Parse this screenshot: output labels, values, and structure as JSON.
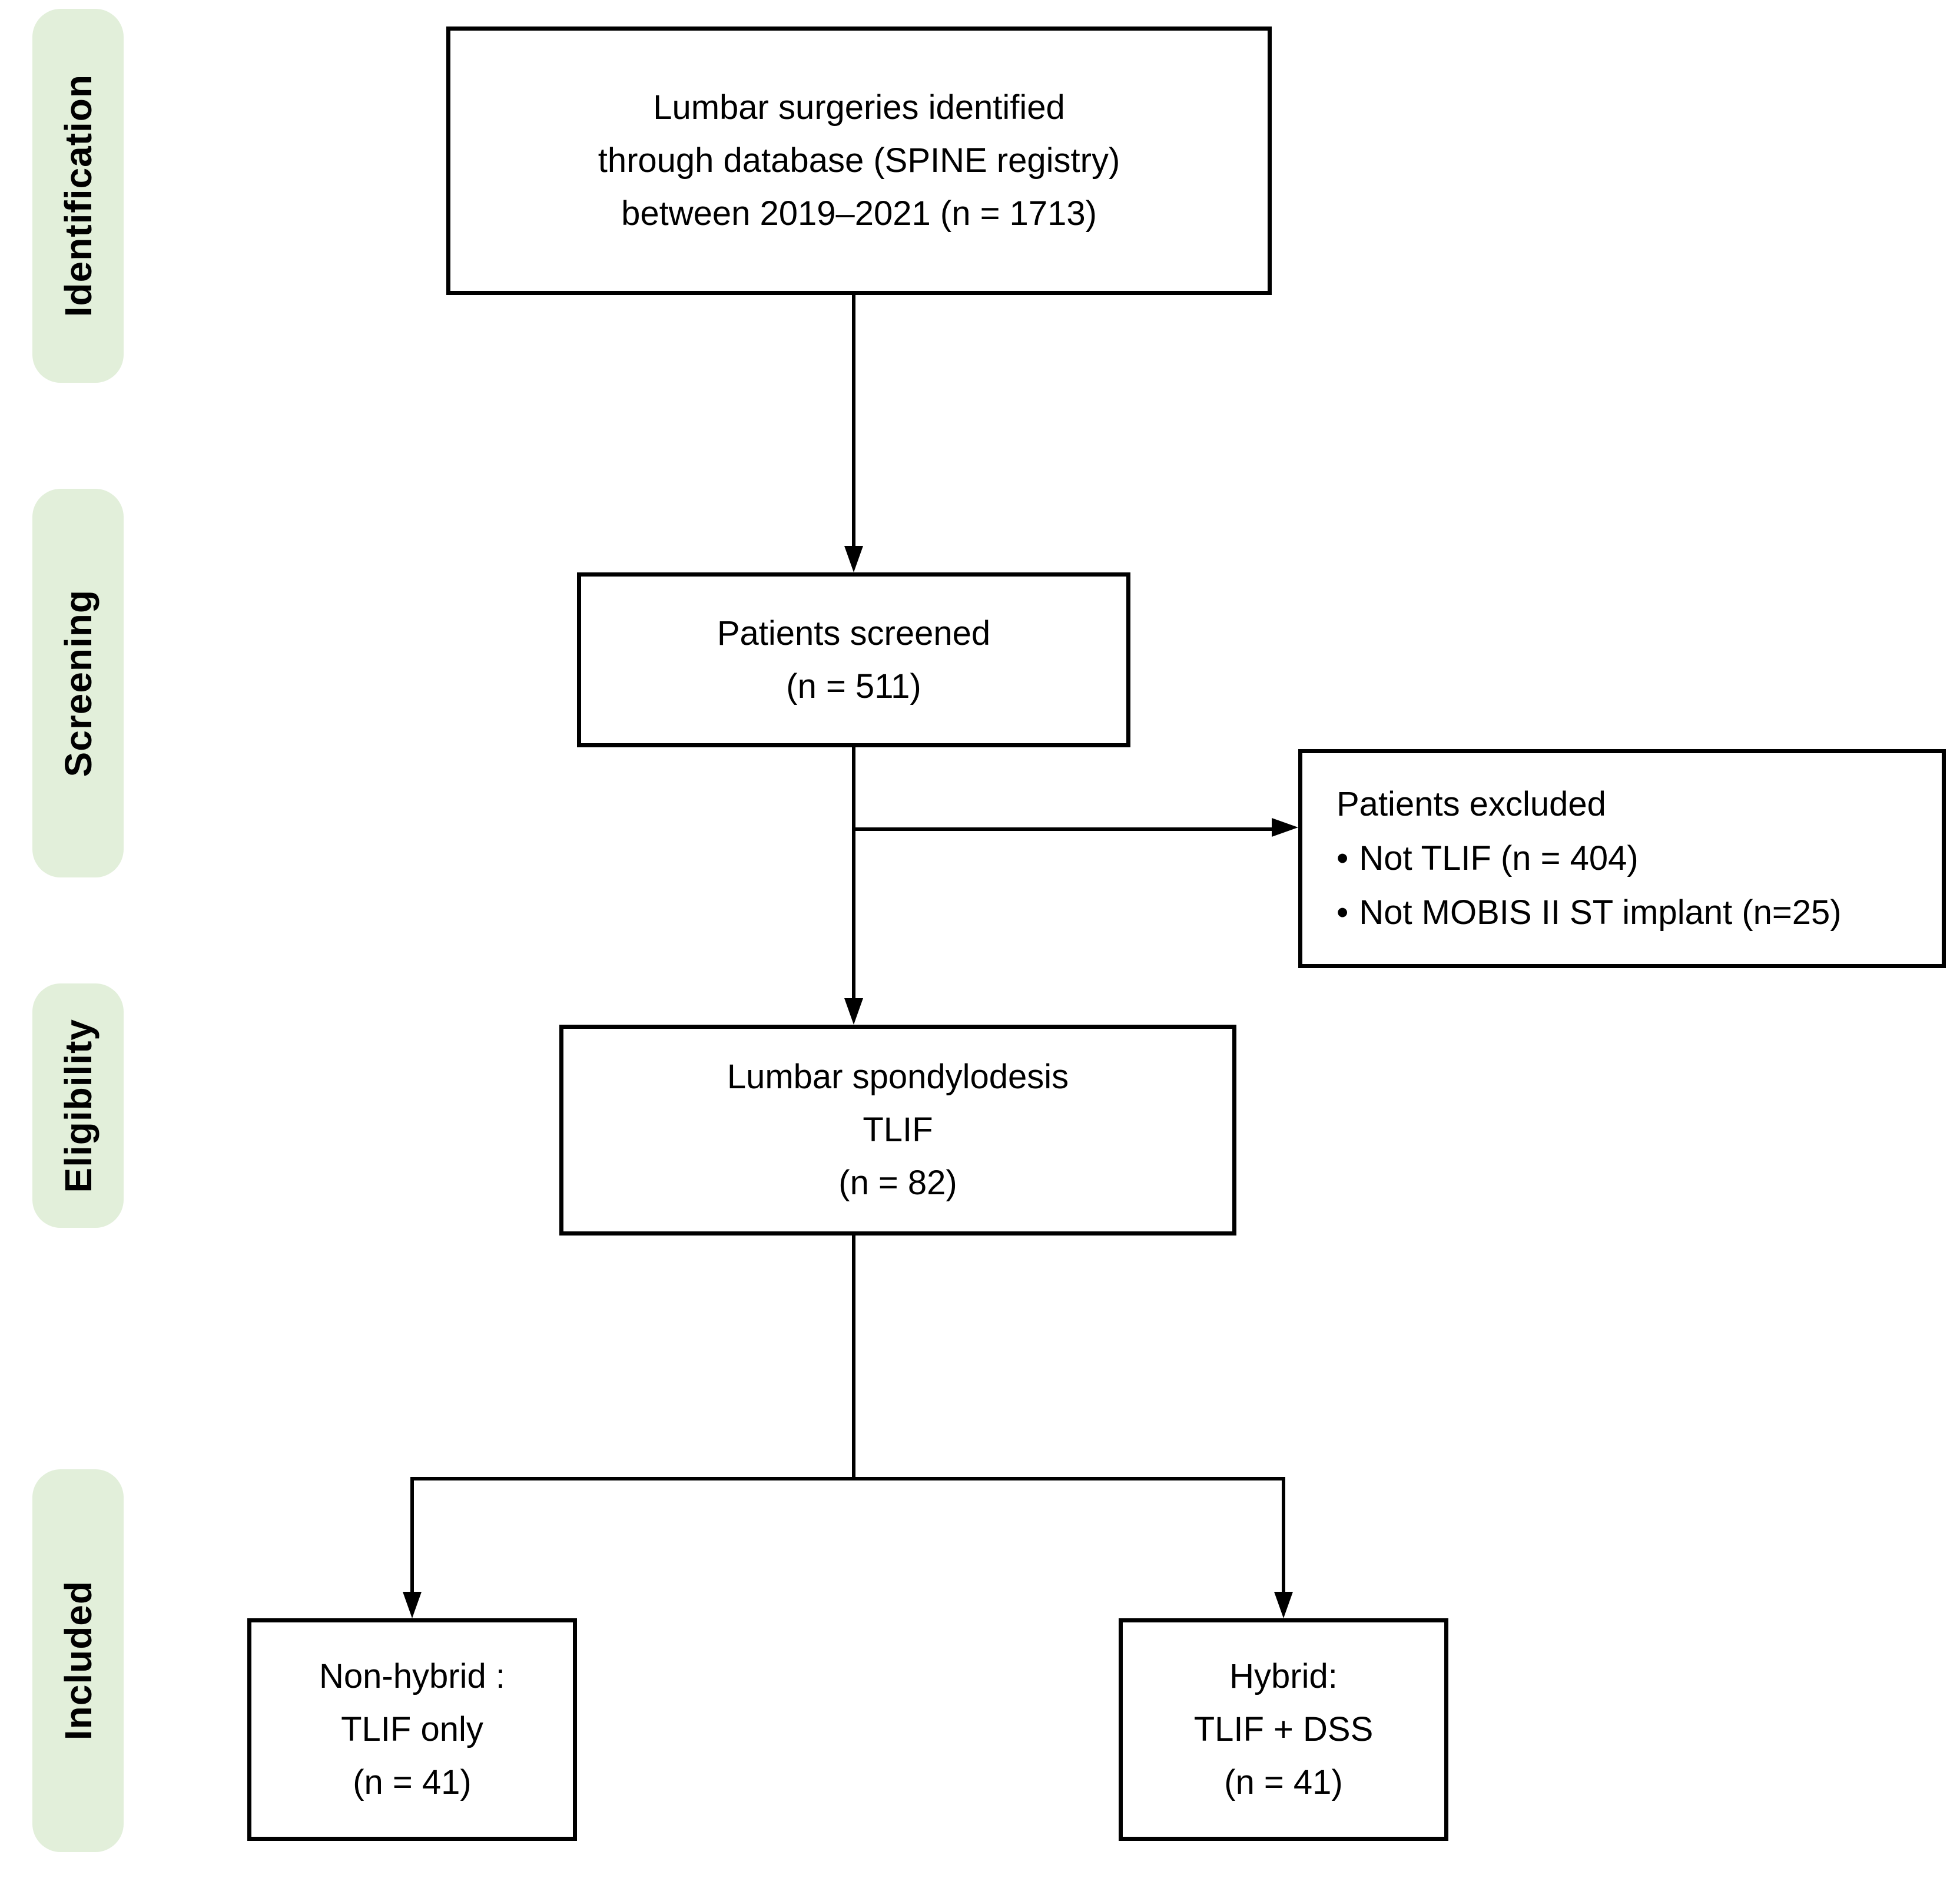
{
  "colors": {
    "stage_fill": "#e2efda",
    "line": "#000000",
    "box_bg": "#ffffff",
    "text": "#000000"
  },
  "stages": [
    {
      "label": "Identification"
    },
    {
      "label": "Screening"
    },
    {
      "label": "Eligibility"
    },
    {
      "label": "Included"
    }
  ],
  "boxes": {
    "identified": {
      "lines": [
        "Lumbar surgeries identified",
        "through database (SPINE registry)",
        "between 2019–2021 (n = 1713)"
      ]
    },
    "screened": {
      "lines": [
        "Patients screened",
        "(n = 511)"
      ]
    },
    "excluded": {
      "title": "Patients excluded",
      "bullet_char": "•",
      "bullets": [
        "Not TLIF (n = 404)",
        "Not MOBIS II ST implant (n=25)"
      ]
    },
    "eligible": {
      "lines": [
        "Lumbar spondylodesis",
        "TLIF",
        "(n = 82)"
      ]
    },
    "non_hybrid": {
      "lines": [
        "Non-hybrid :",
        "TLIF only",
        "(n = 41)"
      ]
    },
    "hybrid": {
      "lines": [
        "Hybrid:",
        "TLIF + DSS",
        "(n = 41)"
      ]
    }
  }
}
